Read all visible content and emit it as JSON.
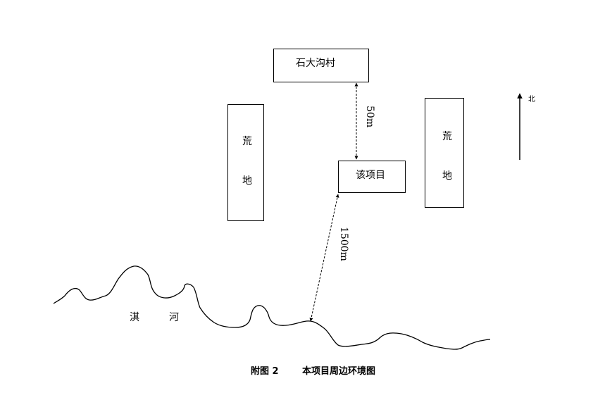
{
  "labels": {
    "village": "石大沟村",
    "project": "该项目",
    "wasteland_left_1": "荒",
    "wasteland_left_2": "地",
    "wasteland_right_1": "荒",
    "wasteland_right_2": "地",
    "river_1": "淇",
    "river_2": "河",
    "north": "北",
    "dist_village": "50m",
    "dist_river": "1500m"
  },
  "caption": {
    "figure_no": "附图 2",
    "title": "本项目周边环境图"
  }
}
